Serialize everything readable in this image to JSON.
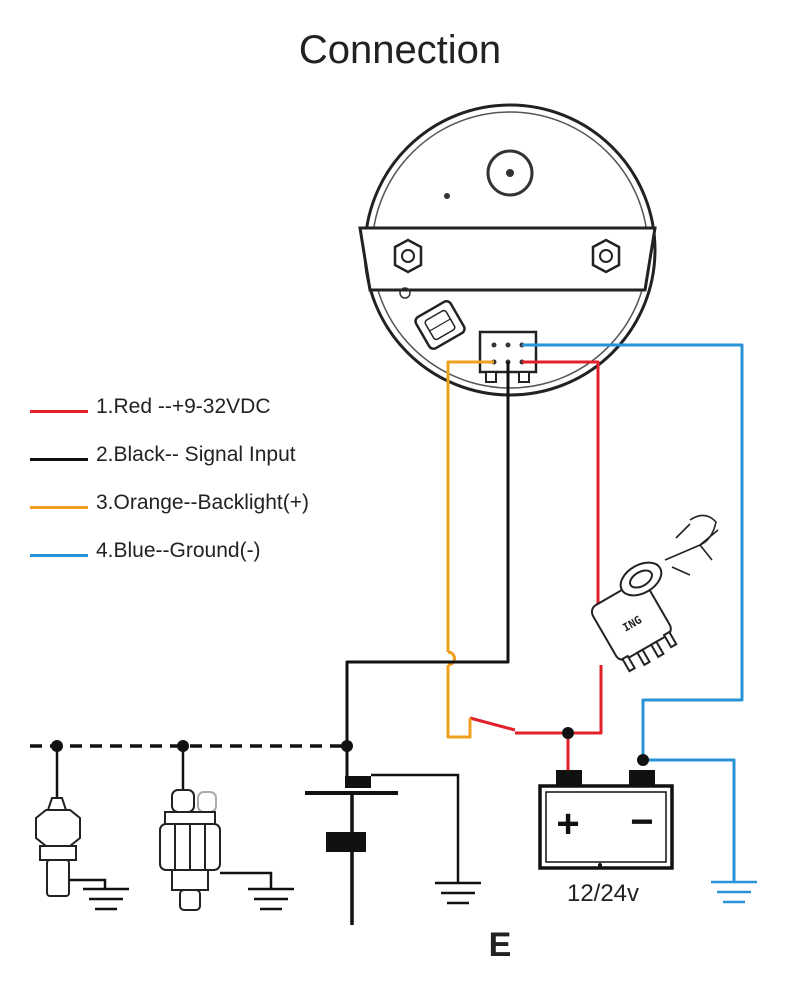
{
  "title": "Connection",
  "legend": [
    {
      "label": "1.Red --+9-32VDC",
      "color": "#e2202a"
    },
    {
      "label": "2.Black-- Signal Input",
      "color": "#111111"
    },
    {
      "label": "3.Orange--Backlight(+)",
      "color": "#efa11e"
    },
    {
      "label": "4.Blue--Ground(-)",
      "color": "#2a93d8"
    }
  ],
  "battery": {
    "label": "12/24v",
    "positive": "+",
    "negative": "−"
  },
  "ignition_switch": {
    "label": "ING"
  },
  "bottom_letter": "E",
  "colors": {
    "red": "#e2202a",
    "black": "#111111",
    "orange": "#efa11e",
    "blue": "#2a93d8"
  }
}
